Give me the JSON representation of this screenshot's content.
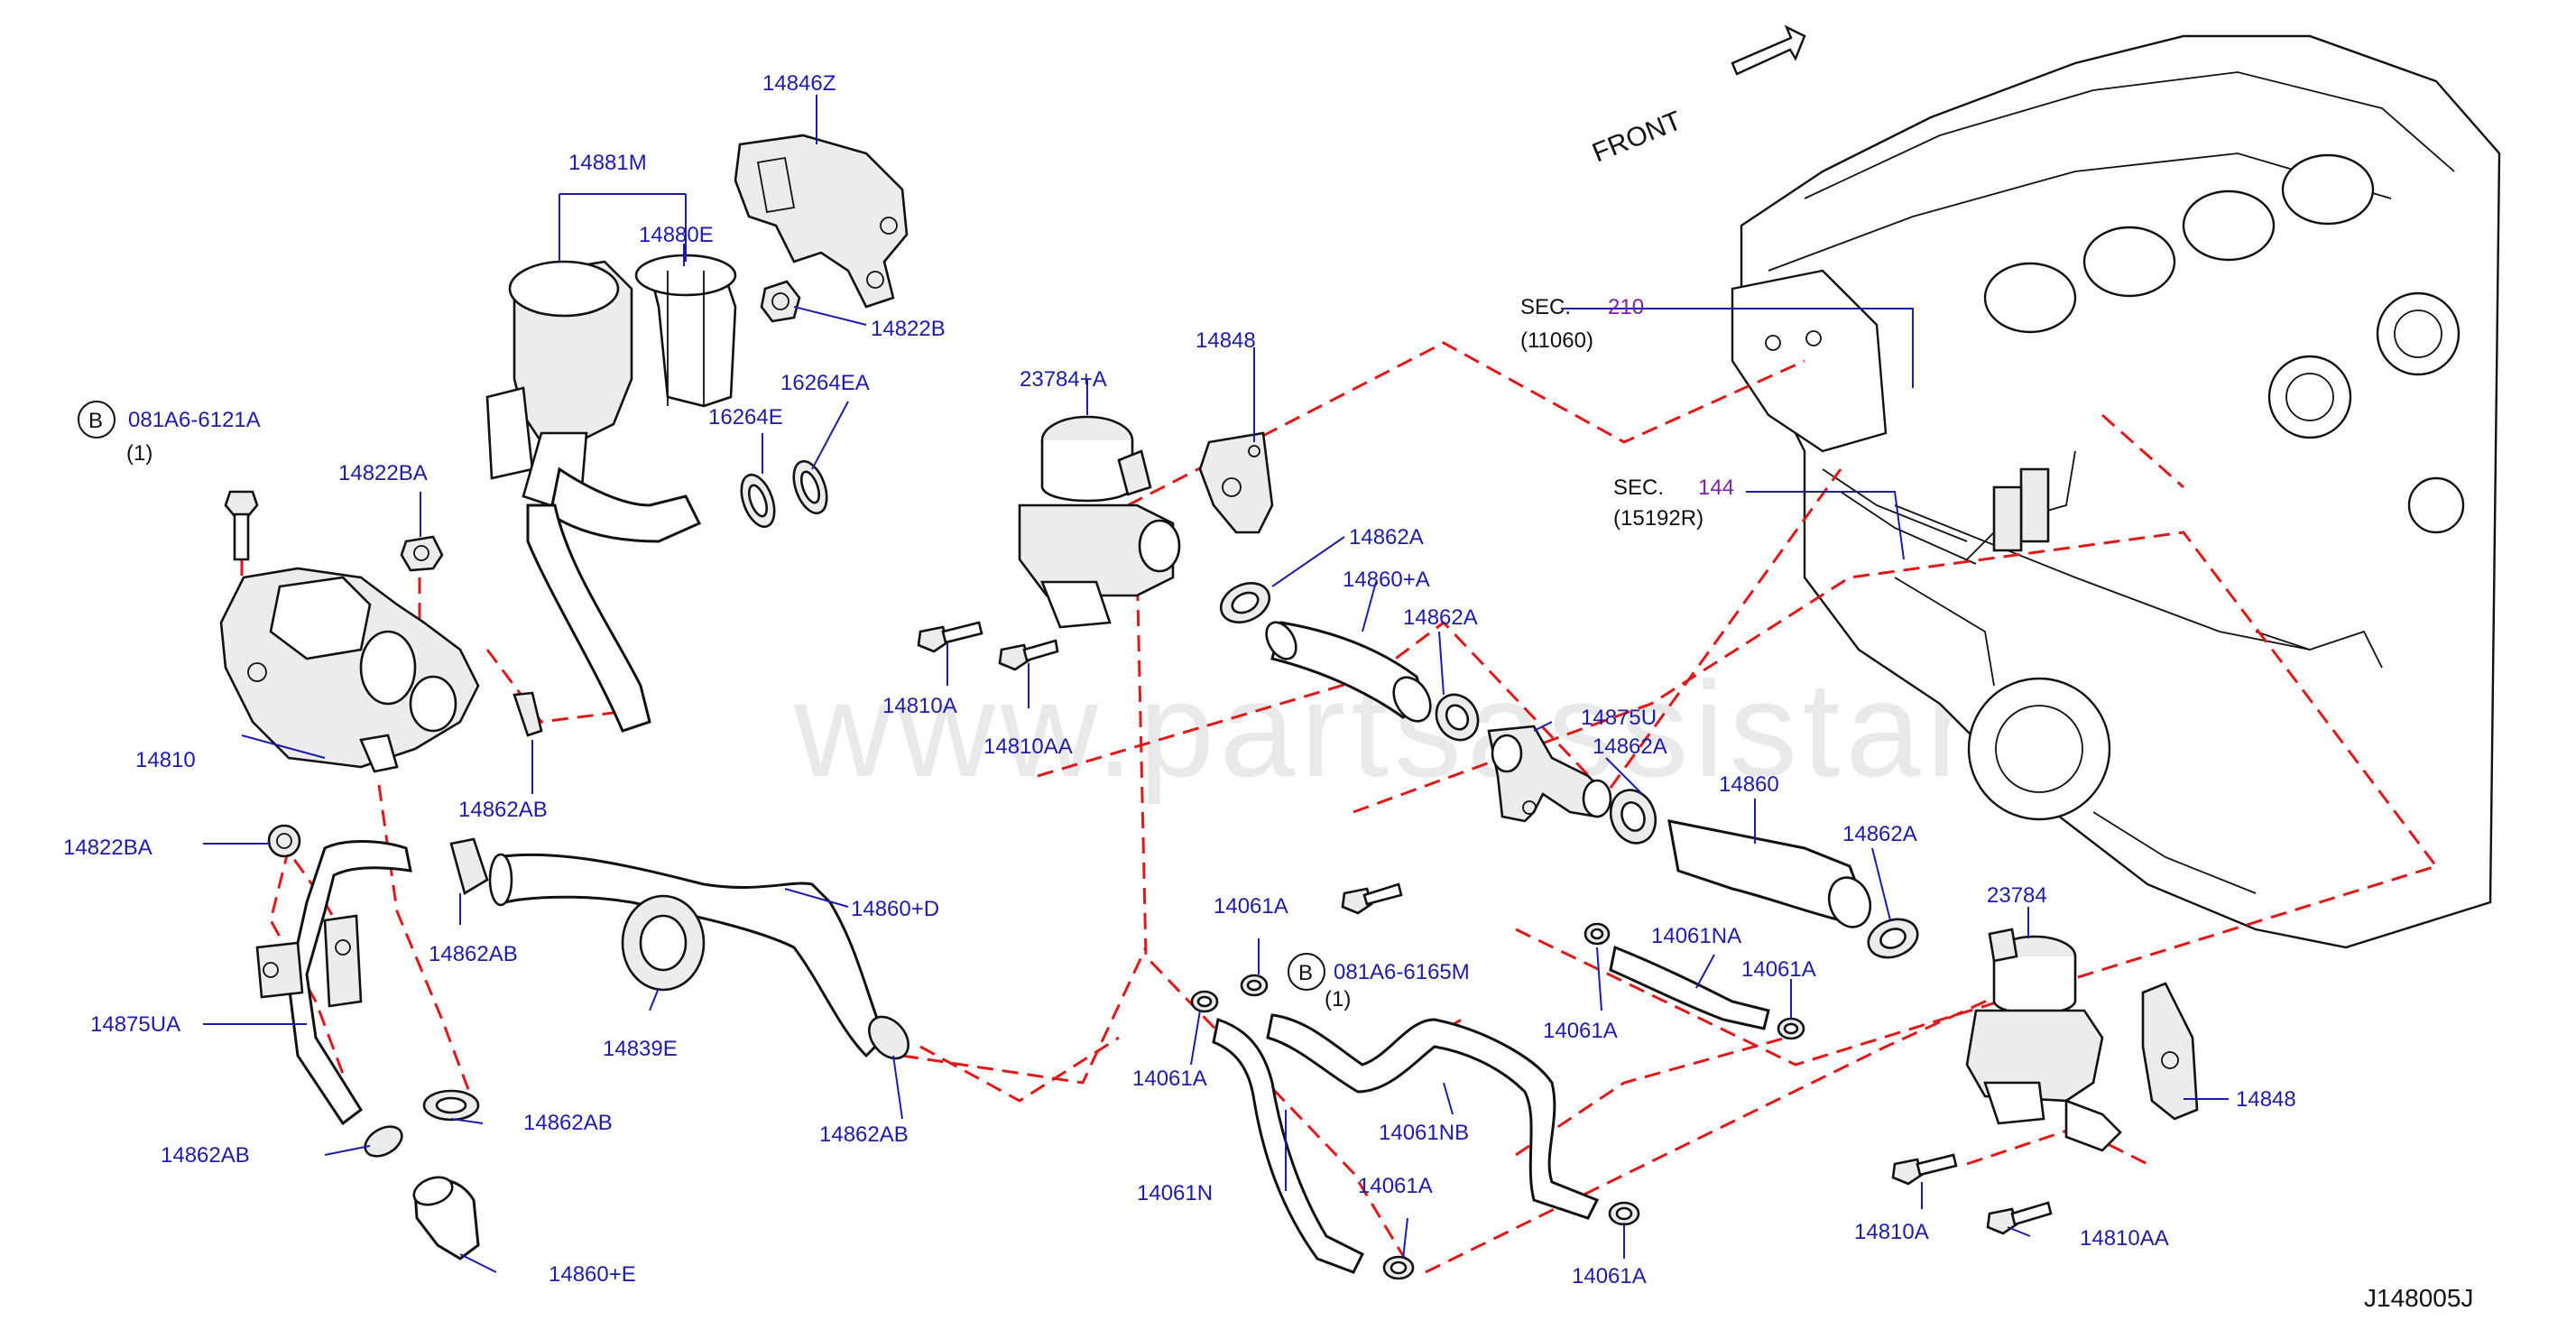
{
  "watermark": "www.partsassistant.com",
  "diagram_code": "J148005J",
  "front_label": "FRONT",
  "sections": [
    {
      "prefix": "SEC.",
      "number": "210",
      "sub": "(11060)"
    },
    {
      "prefix": "SEC.",
      "number": "144",
      "sub": "(15192R)"
    }
  ],
  "bolt_refs": [
    {
      "badge": "B",
      "part": "081A6-6121A",
      "qty": "(1)"
    },
    {
      "badge": "B",
      "part": "081A6-6165M",
      "qty": "(1)"
    }
  ],
  "callouts": {
    "p14846Z": "14846Z",
    "p14881M": "14881M",
    "p14880E": "14880E",
    "p14822B": "14822B",
    "p16264EA": "16264EA",
    "p16264E": "16264E",
    "p14822BA_top": "14822BA",
    "p14810": "14810",
    "p14862AB_1": "14862AB",
    "p14822BA_left": "14822BA",
    "p14862AB_2": "14862AB",
    "p14860D": "14860+D",
    "p14875UA": "14875UA",
    "p14839E": "14839E",
    "p14862AB_3": "14862AB",
    "p14862AB_4": "14862AB",
    "p14862AB_5": "14862AB",
    "p14860E": "14860+E",
    "p23784A": "23784+A",
    "p14848_top": "14848",
    "p14810A_top": "14810A",
    "p14810AA_top": "14810AA",
    "p14862A_1": "14862A",
    "p14860A": "14860+A",
    "p14862A_2": "14862A",
    "p14875U": "14875U",
    "p14862A_3": "14862A",
    "p14860": "14860",
    "p14862A_4": "14862A",
    "p23784": "23784",
    "p14848_right": "14848",
    "p14810A_bot": "14810A",
    "p14810AA_bot": "14810AA",
    "p14061A_1": "14061A",
    "p14061A_2": "14061A",
    "p14061NB": "14061NB",
    "p14061N": "14061N",
    "p14061A_3": "14061A",
    "p14061A_4": "14061A",
    "p14061NA": "14061NA",
    "p14061A_5": "14061A",
    "p14061A_6": "14061A"
  },
  "colors": {
    "callout_text": "#1c1ca8",
    "section_number": "#7a1fb0",
    "dashed_routing": "#e01818",
    "linework": "#111111"
  }
}
